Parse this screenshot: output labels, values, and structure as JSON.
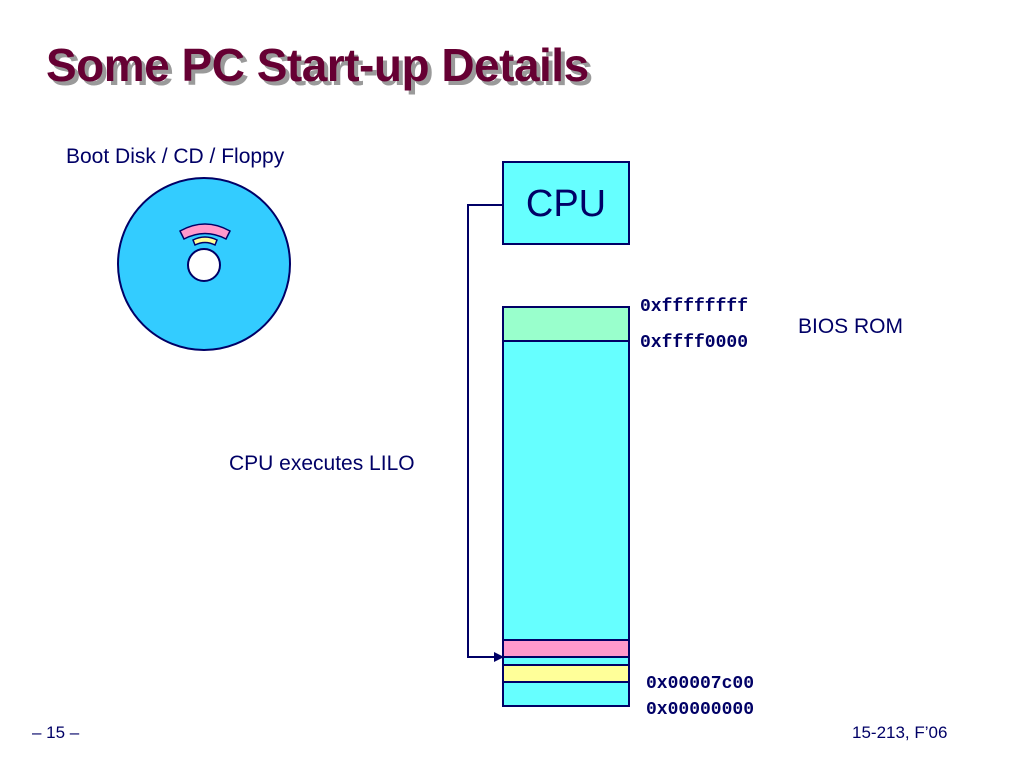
{
  "slide": {
    "title": "Some PC Start-up Details",
    "page_number": "– 15 –",
    "course": "15-213, F’06"
  },
  "disk": {
    "label": "Boot Disk / CD / Floppy"
  },
  "cpu": {
    "label": "CPU"
  },
  "arrow": {
    "label": "CPU executes LILO"
  },
  "memory": {
    "addresses": {
      "top": "0xffffffff",
      "bios_start": "0xffff0000",
      "lilo": "0x00007c00",
      "bottom": "0x00000000"
    },
    "bios_label": "BIOS ROM"
  },
  "colors": {
    "title": "#660033",
    "text": "#000066",
    "disk": "#33ccff",
    "cpu_memory": "#66ffff",
    "bios_region": "#99ffcc",
    "lilo_region": "#ff99cc",
    "boot_sector_region": "#ffff99"
  }
}
